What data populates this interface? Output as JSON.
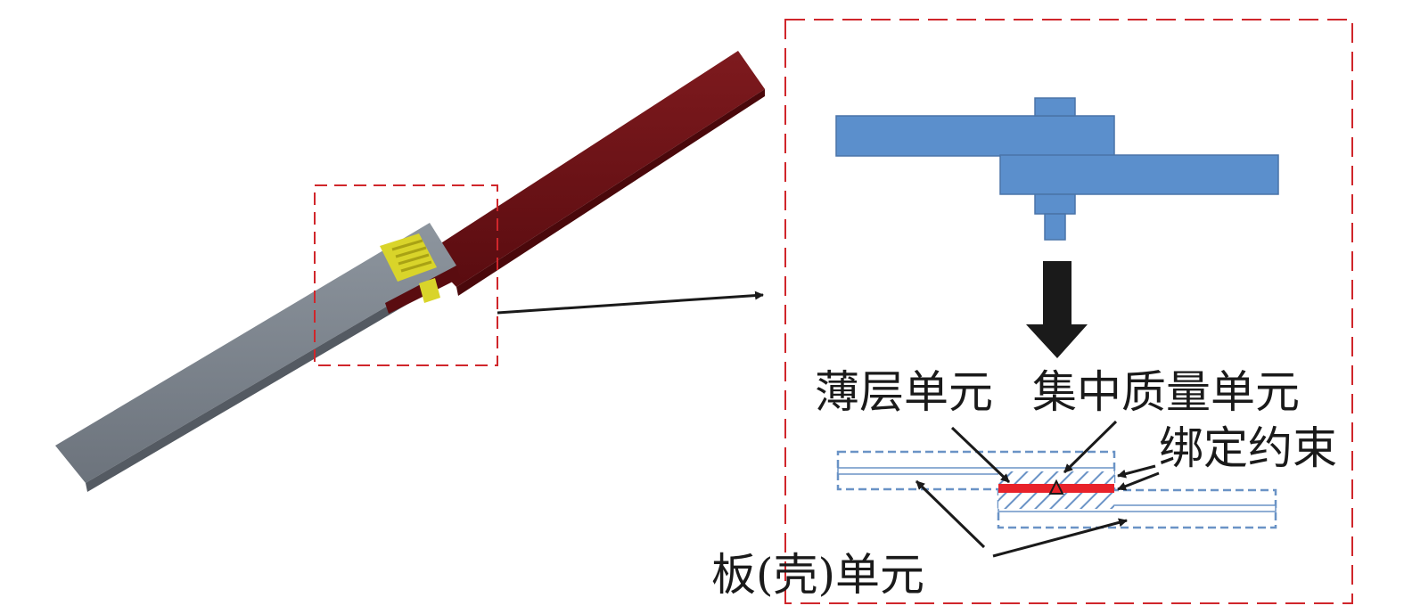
{
  "labels": {
    "thin_layer": "薄层单元",
    "lumped_mass": "集中质量单元",
    "tie_constraint": "绑定约束",
    "plate_shell": "板(壳)单元"
  },
  "colors": {
    "frame_dash": "#d0262b",
    "bolt_blue": "#5b8fcc",
    "bolt_outline": "#4a74a8",
    "shell_outline": "#6a93c6",
    "hatch": "#6a93c6",
    "thin_layer_red": "#e8222a",
    "arrow_black": "#1a1a1a",
    "plate_gray": "#7f8791",
    "plate_red": "#6e1216",
    "bolt_yellow": "#d9d42a"
  }
}
